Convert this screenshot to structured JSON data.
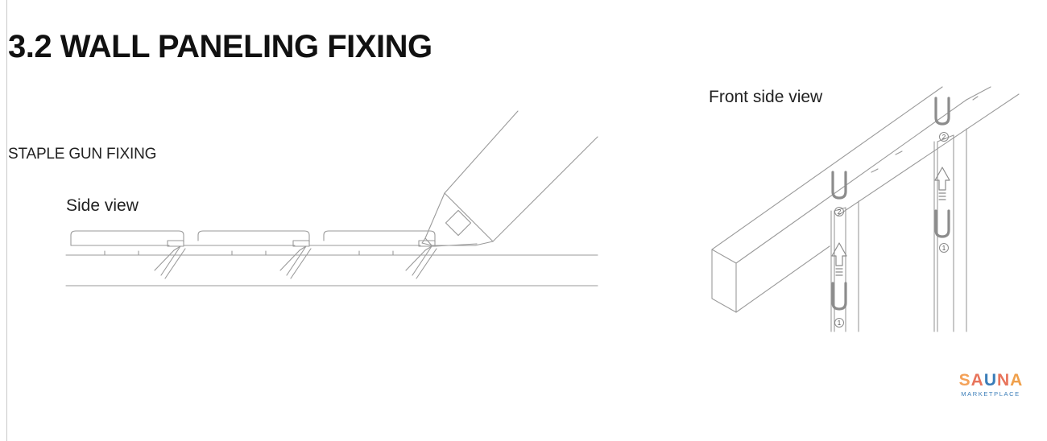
{
  "document": {
    "title": "3.2 WALL PANELING FIXING",
    "section_label": "STAPLE GUN FIXING",
    "side_view_label": "Side view",
    "front_view_label": "Front side view",
    "step_markers": [
      "1",
      "2"
    ]
  },
  "logo": {
    "letters": [
      {
        "char": "S",
        "color": "#f4a259"
      },
      {
        "char": "A",
        "color": "#e8745b"
      },
      {
        "char": "U",
        "color": "#3a7db8"
      },
      {
        "char": "N",
        "color": "#e8745b"
      },
      {
        "char": "A",
        "color": "#f0a04b"
      }
    ],
    "subtitle": "MARKETPLACE"
  },
  "colors": {
    "line": "#9a9a9a",
    "staple": "#8c8c8c",
    "text": "#111111"
  }
}
